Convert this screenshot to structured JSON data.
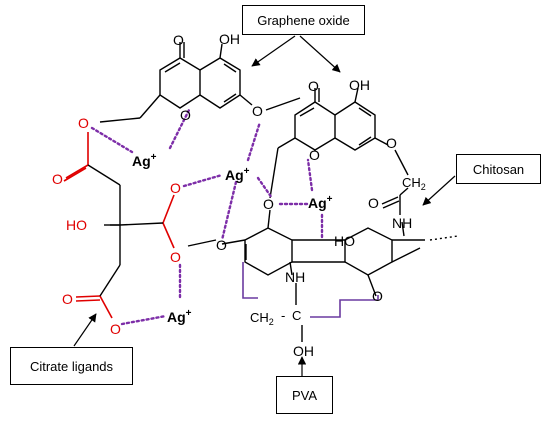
{
  "callouts": {
    "graphene_oxide": "Graphene oxide",
    "chitosan": "Chitosan",
    "citrate_ligands": "Citrate ligands",
    "pva": "PVA"
  },
  "atoms": {
    "o": "O",
    "oh": "OH",
    "ho": "HO",
    "nh": "NH",
    "ch2": "CH",
    "ch2_sub": "2",
    "ag": "Ag",
    "ag_charge": "+",
    "c": "C",
    "dash": "-"
  },
  "colors": {
    "oxygen_red": "#e00000",
    "bond_black": "#000000",
    "silver_dots": "#7d2ea8",
    "pva_purple": "#6a3aa0"
  }
}
